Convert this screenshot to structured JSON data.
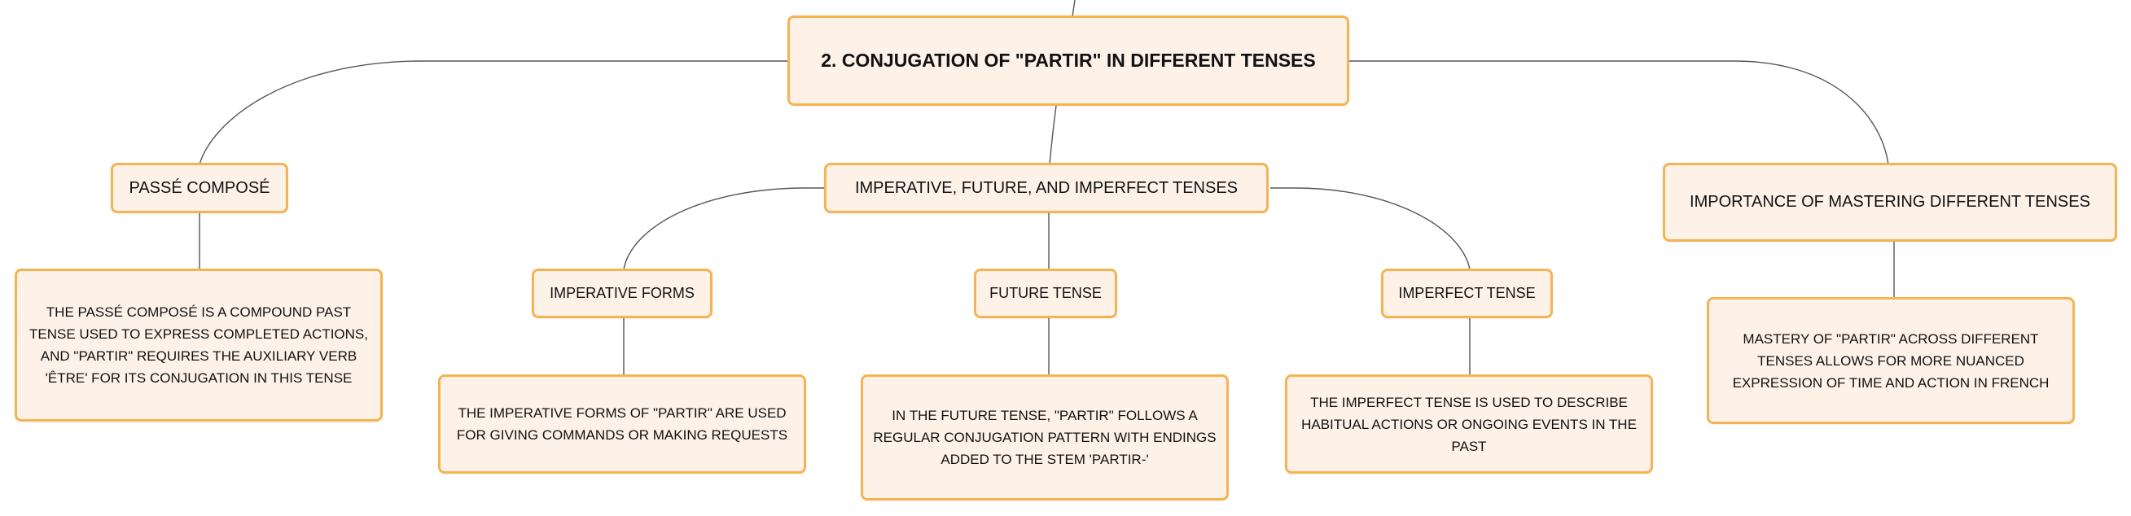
{
  "diagram": {
    "title": "2. CONJUGATION OF \"PARTIR\" IN DIFFERENT TENSES",
    "branches": {
      "passe_compose": {
        "label": "PASSÉ COMPOSÉ",
        "note": "THE PASSÉ COMPOSÉ IS A COMPOUND PAST TENSE USED TO EXPRESS COMPLETED ACTIONS, AND \"PARTIR\" REQUIRES THE AUXILIARY VERB 'ÊTRE' FOR ITS CONJUGATION IN THIS TENSE"
      },
      "other_tenses": {
        "label": "IMPERATIVE, FUTURE, AND IMPERFECT TENSES",
        "imperative": {
          "label": "IMPERATIVE FORMS",
          "note": "THE IMPERATIVE FORMS OF \"PARTIR\" ARE USED FOR GIVING COMMANDS OR MAKING REQUESTS"
        },
        "future": {
          "label": "FUTURE TENSE",
          "note": "IN THE FUTURE TENSE, \"PARTIR\" FOLLOWS A REGULAR CONJUGATION PATTERN WITH ENDINGS ADDED TO THE STEM 'PARTIR-'"
        },
        "imperfect": {
          "label": "IMPERFECT TENSE",
          "note": "THE IMPERFECT TENSE IS USED TO DESCRIBE HABITUAL ACTIONS OR ONGOING EVENTS IN THE PAST"
        }
      },
      "importance": {
        "label": "IMPORTANCE OF MASTERING DIFFERENT TENSES",
        "note": "MASTERY OF \"PARTIR\" ACROSS DIFFERENT TENSES ALLOWS FOR MORE NUANCED EXPRESSION OF TIME AND ACTION IN FRENCH"
      }
    },
    "colors": {
      "node_fill": "#fef2e8",
      "node_border": "#f5b452",
      "connector": "#555555",
      "text": "#111111"
    }
  }
}
